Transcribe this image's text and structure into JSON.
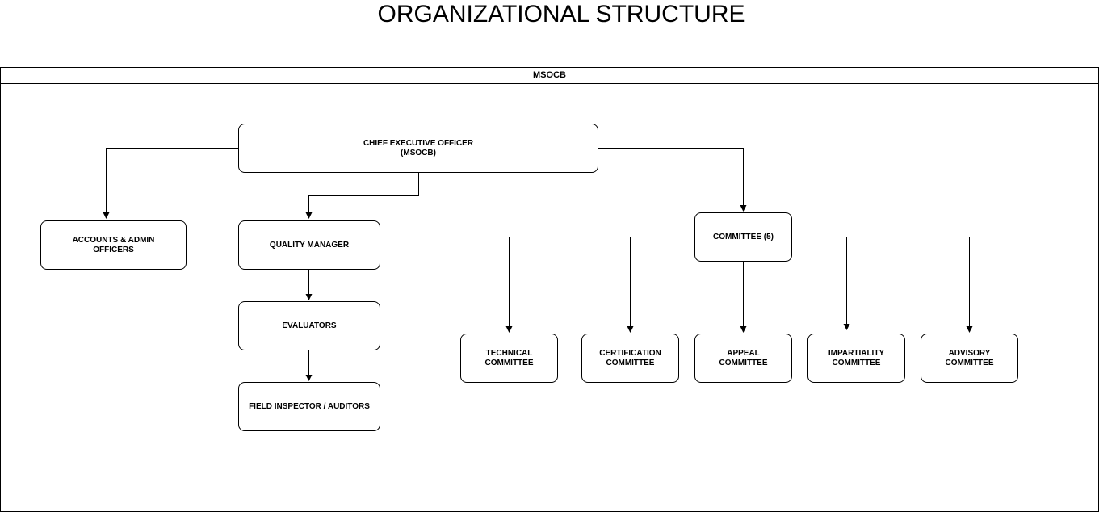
{
  "title": "ORGANIZATIONAL STRUCTURE",
  "container": {
    "label": "MSOCB"
  },
  "nodes": {
    "ceo": "CHIEF EXECUTIVE OFFICER\n(MSOCB)",
    "accounts": "ACCOUNTS & ADMIN\nOFFICERS",
    "quality_manager": "QUALITY MANAGER",
    "evaluators": "EVALUATORS",
    "field_inspector": "FIELD INSPECTOR / AUDITORS",
    "committee": "COMMITTEE (5)",
    "technical": "TECHNICAL\nCOMMITTEE",
    "certification": "CERTIFICATION\nCOMMITTEE",
    "appeal": "APPEAL\nCOMMITTEE",
    "impartiality": "IMPARTIALITY\nCOMMITTEE",
    "advisory": "ADVISORY\nCOMMITTEE"
  },
  "colors": {
    "line": "#000000",
    "background": "#ffffff"
  }
}
